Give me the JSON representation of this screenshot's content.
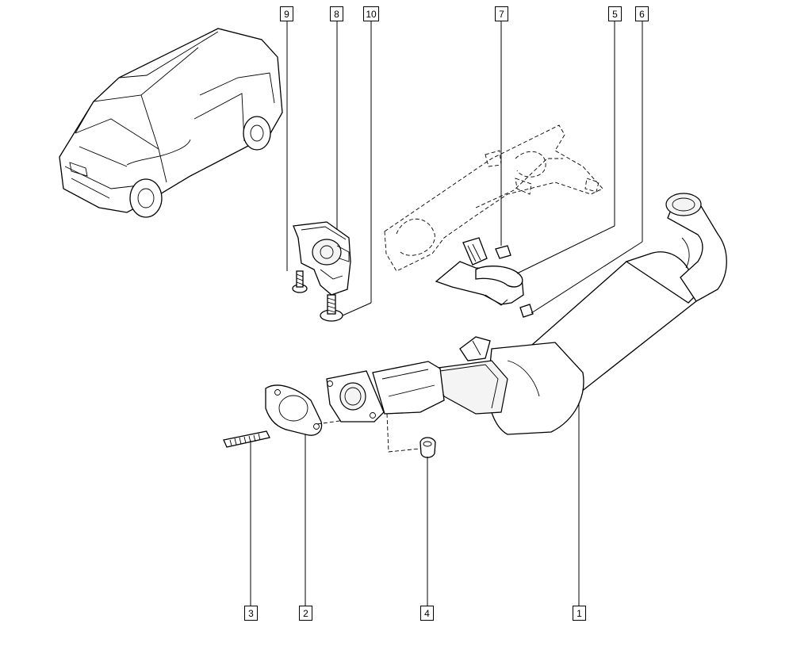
{
  "callouts": {
    "c1": "1",
    "c2": "2",
    "c3": "3",
    "c4": "4",
    "c5": "5",
    "c6": "6",
    "c7": "7",
    "c8": "8",
    "c9": "9",
    "c10": "10"
  },
  "icons": {
    "vehicle": "van-location-icon"
  }
}
